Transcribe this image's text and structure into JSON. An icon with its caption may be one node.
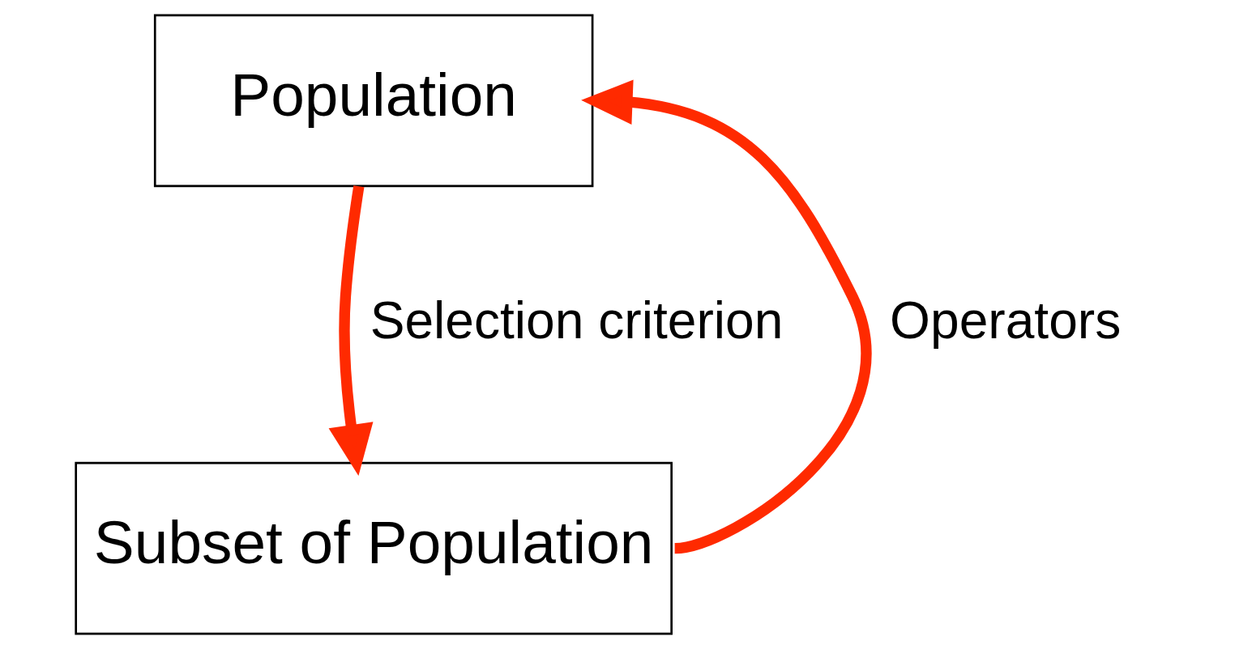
{
  "diagram": {
    "nodes": [
      {
        "text": [
          "Population"
        ]
      },
      {
        "text": [
          "Subset of Population"
        ]
      }
    ],
    "edges": [
      {
        "from": 0,
        "to": 1,
        "arrow": "to",
        "label": "Selection criterion",
        "color": "#ff2a00"
      },
      {
        "from": 1,
        "to": 0,
        "arrow": "to",
        "label": "Operators",
        "color": "#ff2a00"
      }
    ]
  }
}
